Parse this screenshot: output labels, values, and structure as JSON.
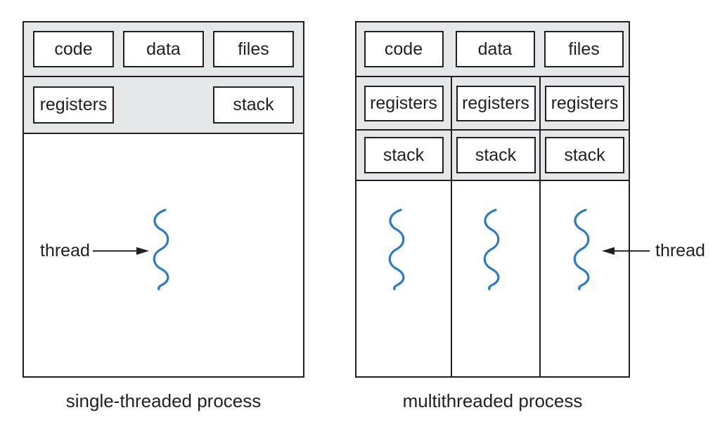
{
  "colors": {
    "ink": "#231f20",
    "band_gray": "#e6e7e8",
    "thread_blue": "#2b7bc4"
  },
  "left_process": {
    "caption": "single-threaded process",
    "shared_boxes": [
      "code",
      "data",
      "files"
    ],
    "registers_label": "registers",
    "stack_label": "stack",
    "thread_label": "thread"
  },
  "right_process": {
    "caption": "multithreaded process",
    "shared_boxes": [
      "code",
      "data",
      "files"
    ],
    "registers_labels": [
      "registers",
      "registers",
      "registers"
    ],
    "stack_labels": [
      "stack",
      "stack",
      "stack"
    ],
    "thread_label": "thread"
  }
}
